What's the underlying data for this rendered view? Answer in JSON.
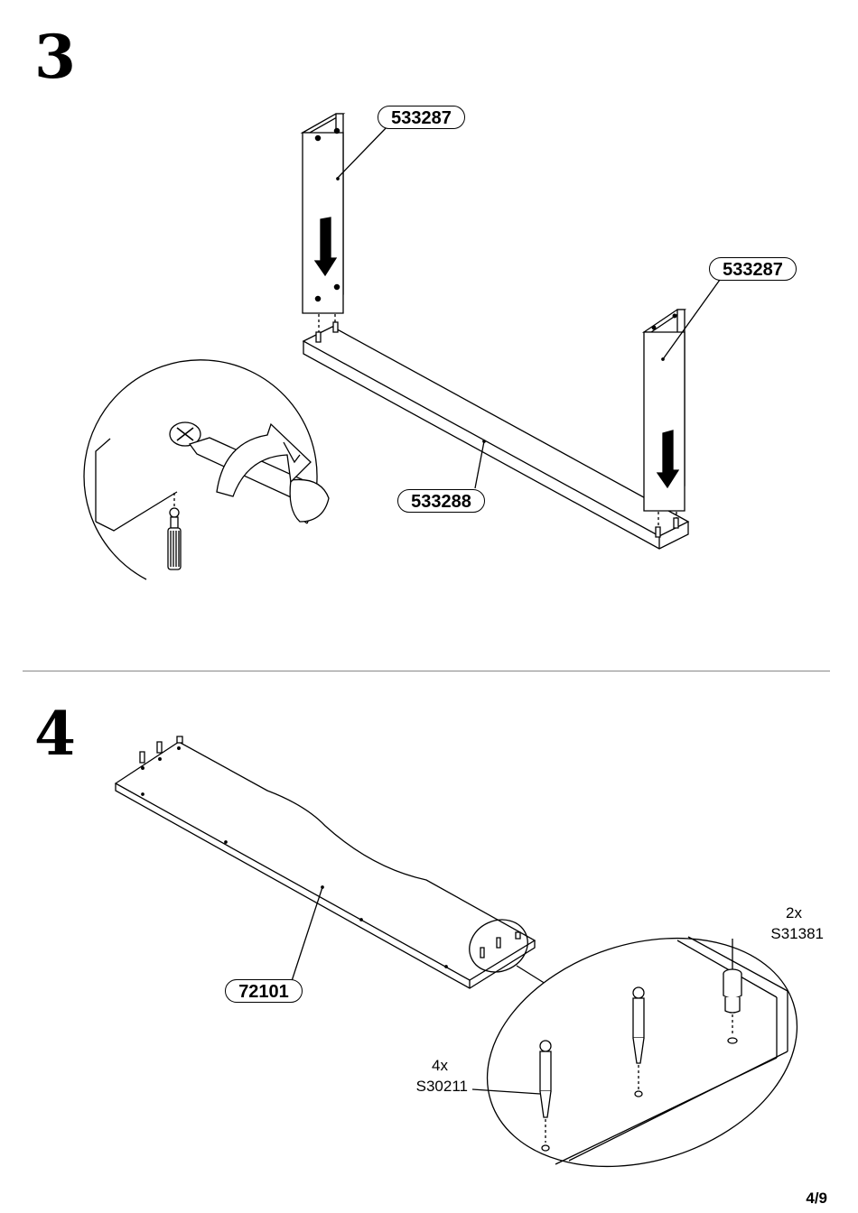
{
  "page": {
    "number": "4/9"
  },
  "step3": {
    "number": "3",
    "labels": {
      "panel_left": "533287",
      "panel_right": "533287",
      "base": "533288"
    }
  },
  "step4": {
    "number": "4",
    "labels": {
      "board": "72101"
    },
    "parts": {
      "dowel_qty": "2x",
      "dowel_code": "S31381",
      "cam_bolt_qty": "4x",
      "cam_bolt_code": "S30211"
    }
  }
}
